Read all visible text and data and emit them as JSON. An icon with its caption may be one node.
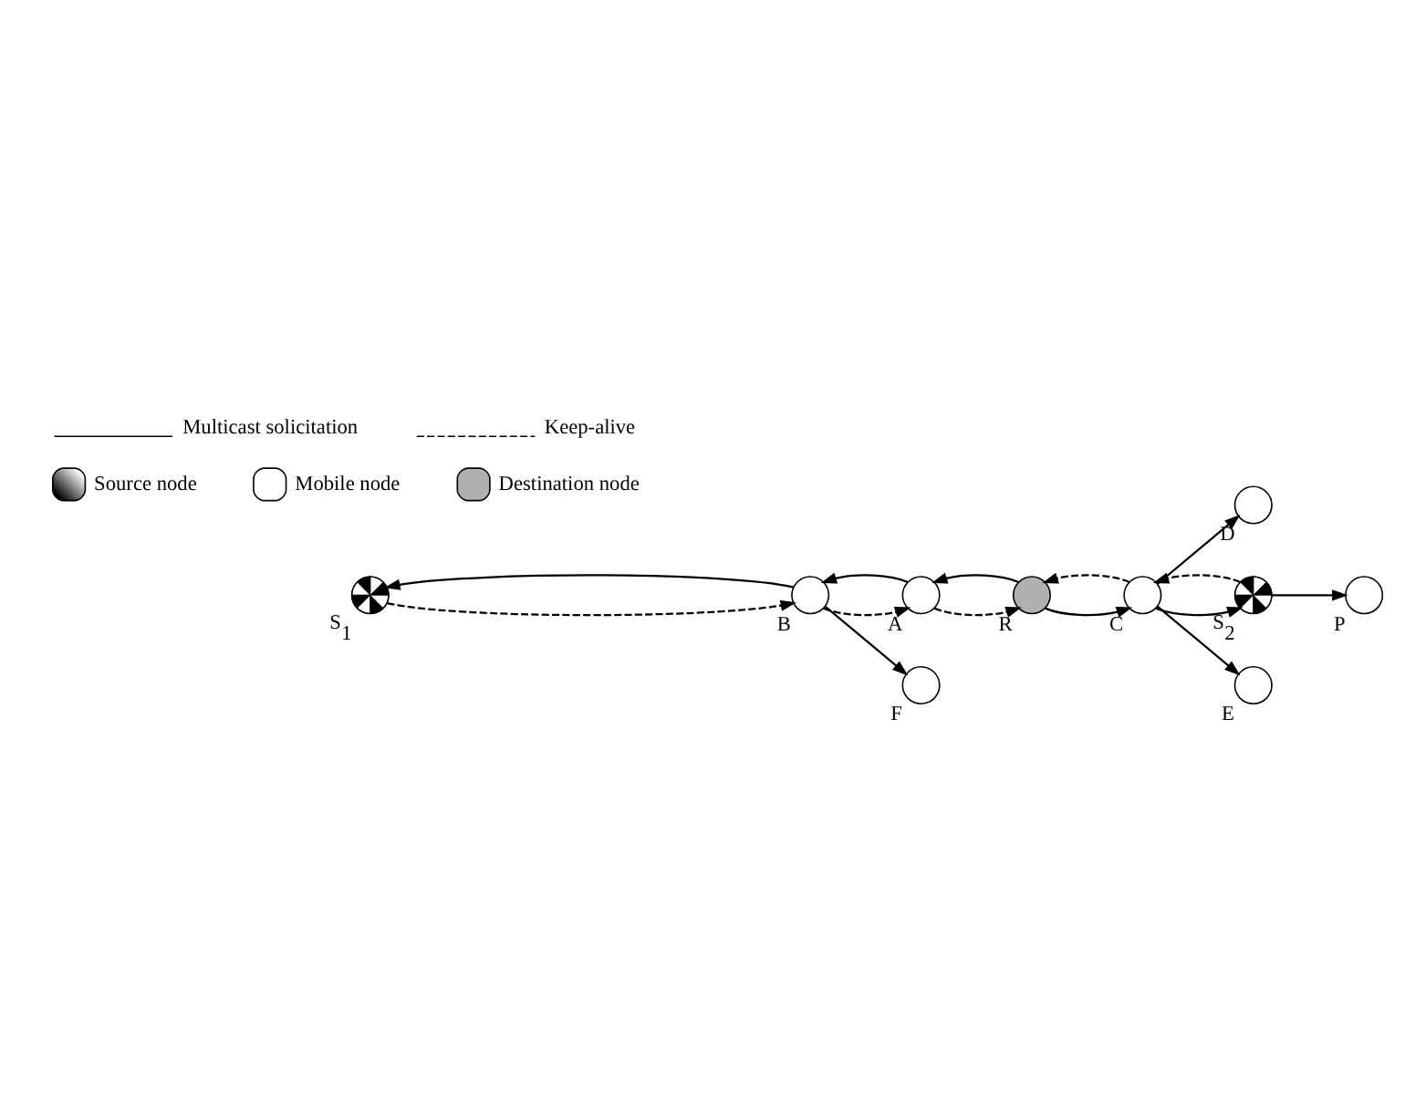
{
  "diagram": {
    "nodes": [
      {
        "text": [],
        "shape": "circle",
        "beside": [
          "S$_{1}$"
        ]
      },
      {
        "text": [],
        "shape": "circle",
        "beside": [
          "A"
        ]
      },
      {
        "text": [],
        "shape": "circle",
        "beside": [
          "B"
        ]
      },
      {
        "text": [],
        "shape": "circle",
        "beside": [
          "R"
        ]
      },
      {
        "text": [],
        "shape": "circle",
        "beside": [
          "F"
        ]
      },
      {
        "text": [],
        "shape": "circle",
        "beside": [
          "C"
        ]
      },
      {
        "text": [],
        "shape": "circle",
        "beside": [
          "D"
        ]
      },
      {
        "text": [],
        "shape": "circle",
        "beside": [
          "S$_{2}$"
        ]
      },
      {
        "text": [],
        "shape": "circle",
        "beside": [
          "E"
        ]
      },
      {
        "text": [],
        "shape": "circle",
        "beside": [
          "P"
        ]
      }
    ],
    "edges": [
      {
        "from": 2,
        "to": 0,
        "arrow": "to"
      },
      {
        "from": 0,
        "to": 2,
        "arrow": "to",
        "style": "dashed"
      },
      {
        "from": 1,
        "to": 2,
        "arrow": "to"
      },
      {
        "from": 2,
        "to": 1,
        "arrow": "to",
        "style": "dashed"
      },
      {
        "from": 3,
        "to": 1,
        "arrow": "to"
      },
      {
        "from": 1,
        "to": 3,
        "arrow": "to",
        "style": "dashed"
      },
      {
        "from": 2,
        "to": 4,
        "arrow": "to"
      },
      {
        "from": 3,
        "to": 5,
        "arrow": "to"
      },
      {
        "from": 5,
        "to": 3,
        "arrow": "to",
        "style": "dashed"
      },
      {
        "from": 5,
        "to": 6,
        "arrow": "to"
      },
      {
        "from": 5,
        "to": 7,
        "arrow": "to"
      },
      {
        "from": 7,
        "to": 5,
        "arrow": "to",
        "style": "dashed"
      },
      {
        "from": 5,
        "to": 8,
        "arrow": "to"
      },
      {
        "from": 7,
        "to": 9,
        "arrow": "to"
      }
    ],
    "legend": [
      {
        "text": "Multicast solicitation"
      },
      {
        "text": "Keep-alive"
      },
      {
        "text": "Source node"
      },
      {
        "text": "Mobile node"
      },
      {
        "text": "Destination node"
      }
    ]
  }
}
